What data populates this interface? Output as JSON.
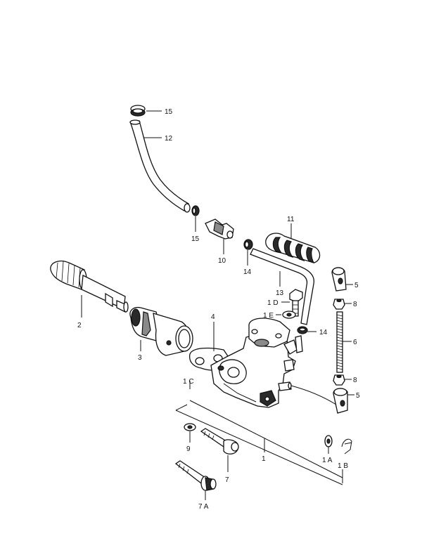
{
  "callouts": [
    {
      "id": "c15a",
      "text": "15"
    },
    {
      "id": "c12",
      "text": "12"
    },
    {
      "id": "c15b",
      "text": "15"
    },
    {
      "id": "c10",
      "text": "10"
    },
    {
      "id": "c14a",
      "text": "14"
    },
    {
      "id": "c11",
      "text": "11"
    },
    {
      "id": "c13",
      "text": "13"
    },
    {
      "id": "c1D",
      "text": "1 D"
    },
    {
      "id": "c1E",
      "text": "1 E"
    },
    {
      "id": "c14b",
      "text": "14"
    },
    {
      "id": "c5a",
      "text": "5"
    },
    {
      "id": "c8a",
      "text": "8"
    },
    {
      "id": "c6",
      "text": "6"
    },
    {
      "id": "c8b",
      "text": "8"
    },
    {
      "id": "c5b",
      "text": "5"
    },
    {
      "id": "c2",
      "text": "2"
    },
    {
      "id": "c3",
      "text": "3"
    },
    {
      "id": "c4",
      "text": "4"
    },
    {
      "id": "c1C",
      "text": "1 C"
    },
    {
      "id": "c9",
      "text": "9"
    },
    {
      "id": "c7",
      "text": "7"
    },
    {
      "id": "c1",
      "text": "1"
    },
    {
      "id": "c1A",
      "text": "1 A"
    },
    {
      "id": "c1B",
      "text": "1 B"
    },
    {
      "id": "c7A",
      "text": "7 A"
    }
  ]
}
